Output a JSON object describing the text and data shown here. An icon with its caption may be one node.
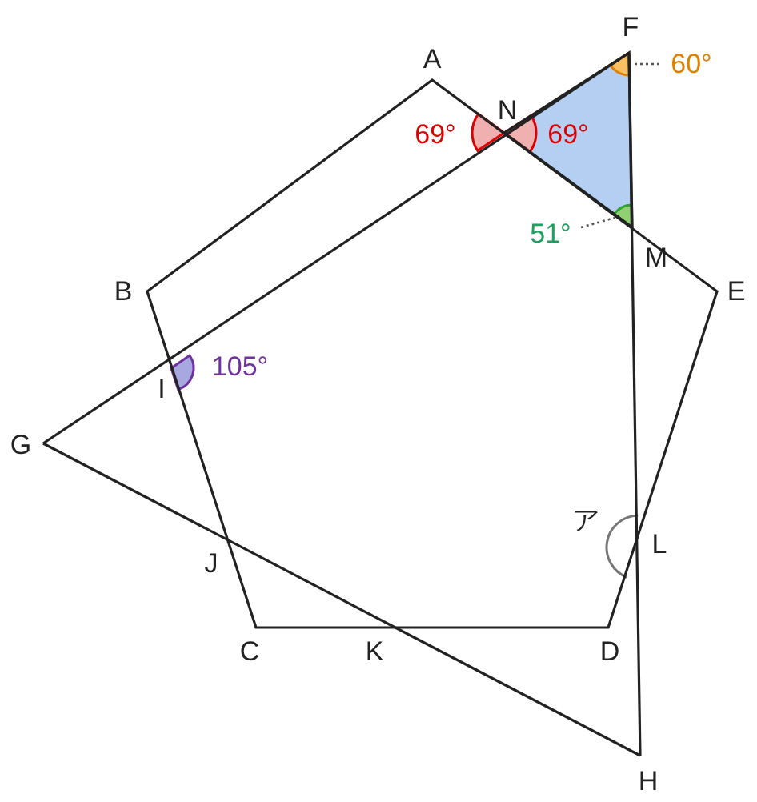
{
  "diagram": {
    "nodes": [
      {
        "text": [
          "60°"
        ]
      },
      {
        "text": [],
        "shape": "sector"
      },
      {
        "text": [
          "51°"
        ]
      },
      {
        "text": [],
        "shape": "sector"
      }
    ],
    "edges": [
      {
        "from": 0,
        "to": 1,
        "arrow": "none",
        "style": "dashed"
      },
      {
        "from": 2,
        "to": 3,
        "arrow": "none",
        "style": "dashed"
      }
    ],
    "labels": [
      "A",
      "F",
      "69°",
      "N",
      "69°",
      "M",
      "B",
      "E",
      "I",
      "105°",
      "G",
      "ア",
      "L",
      "J",
      "C",
      "K",
      "D",
      "H"
    ]
  }
}
